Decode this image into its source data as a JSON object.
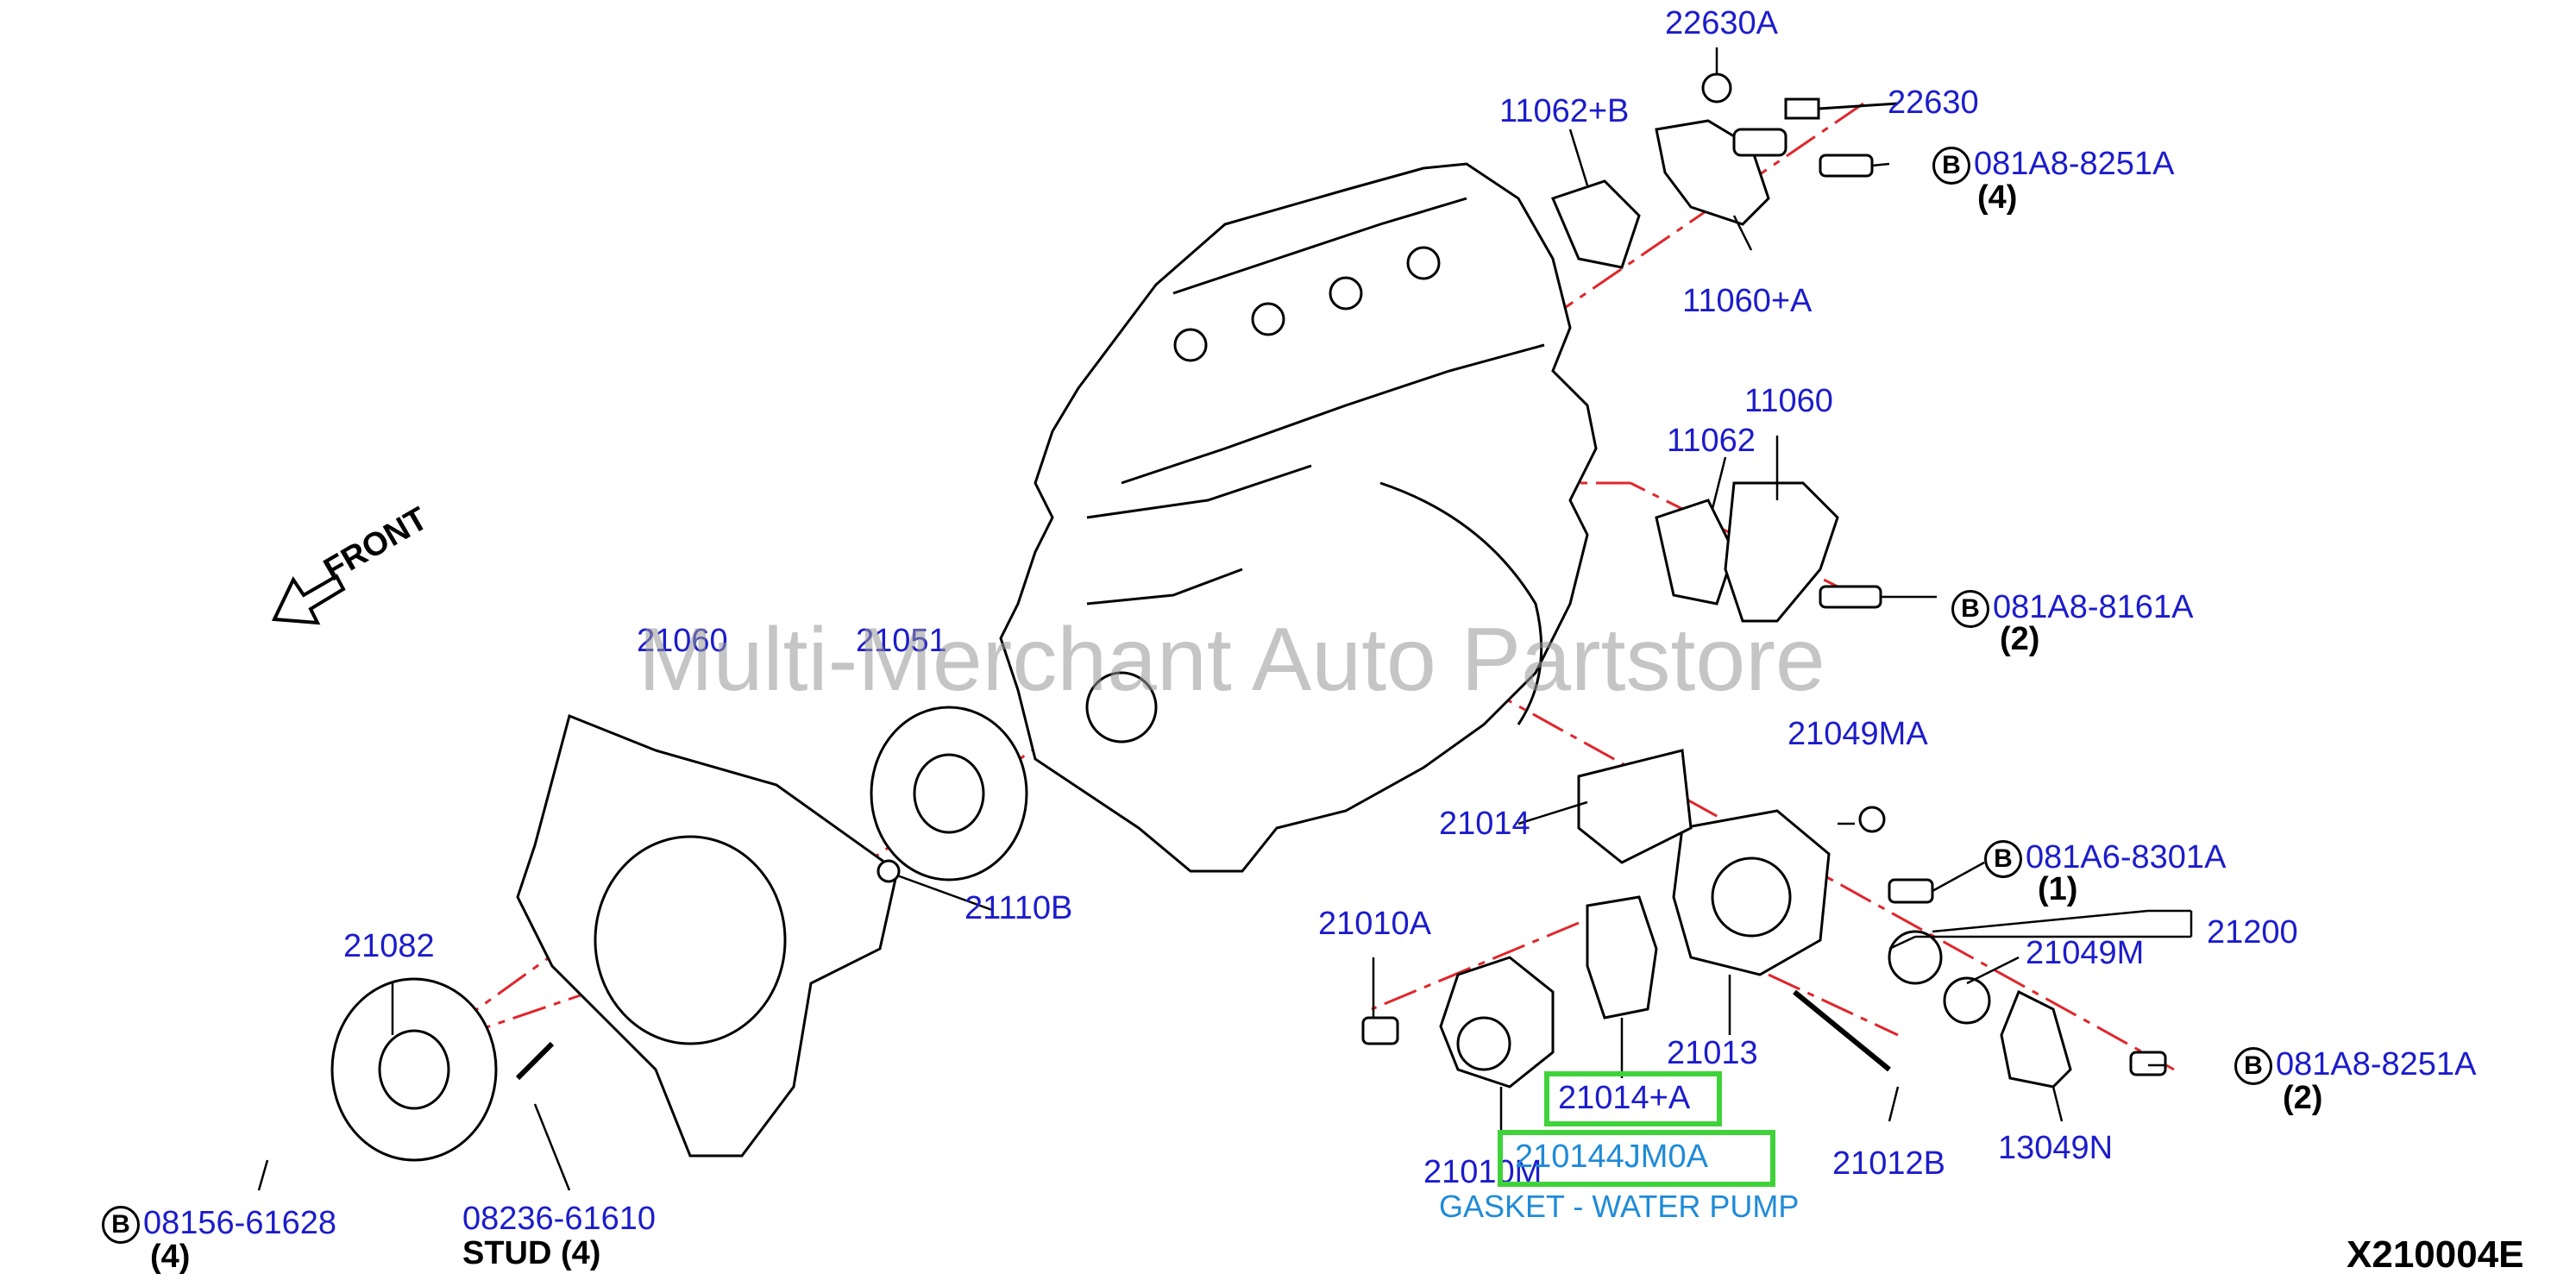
{
  "diagram": {
    "code": "X210004E",
    "front_label": "FRONT",
    "watermark": "Multi-Merchant Auto Partstore",
    "bolt_marker": "B",
    "highlight": {
      "primary": "21014+A",
      "secondary": "210144JM0A",
      "description": "GASKET - WATER PUMP"
    },
    "labels": {
      "p22630A": "22630A",
      "p22630": "22630",
      "p11062B": "11062+B",
      "b081A8_8251A_top": "081A8-8251A",
      "q4_top": "(4)",
      "p11060A": "11060+A",
      "p11060": "11060",
      "p11062": "11062",
      "b081A8_8161A": "081A8-8161A",
      "q2_mid": "(2)",
      "p21060": "21060",
      "p21051": "21051",
      "p21049MA": "21049MA",
      "p21014": "21014",
      "b081A6_8301A": "081A6-8301A",
      "q1": "(1)",
      "p21110B": "21110B",
      "p21200": "21200",
      "p21049M": "21049M",
      "p21010A": "21010A",
      "p21082": "21082",
      "b081A8_8251A_bot": "081A8-8251A",
      "q2_bot": "(2)",
      "p21013": "21013",
      "p21010M": "21010M",
      "p21012B": "21012B",
      "p13049N": "13049N",
      "b08156_61628": "08156-61628",
      "q4_bot": "(4)",
      "p08236_61610": "08236-61610",
      "stud4": "STUD (4)"
    }
  },
  "colors": {
    "part_label": "#1c1ccc",
    "highlight_border": "#3fd23a",
    "description": "#1f8bd8",
    "leader_red": "#e0262b",
    "line_black": "#000000"
  }
}
